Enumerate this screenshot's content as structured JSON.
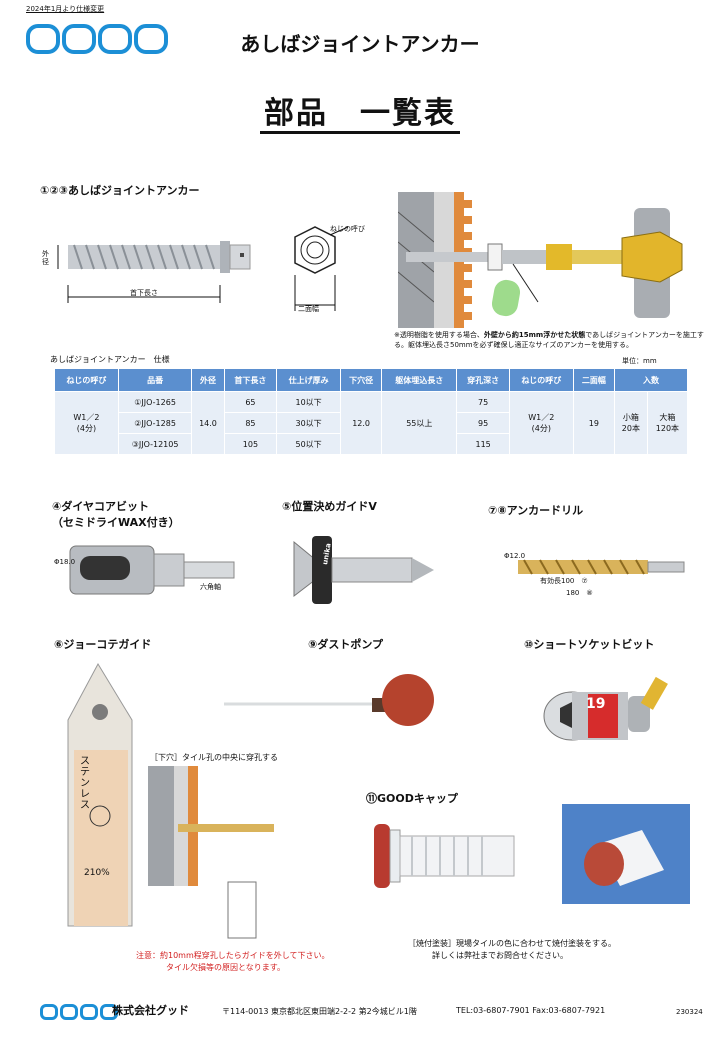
{
  "header": {
    "top_note": "2024年1月より仕様変更",
    "page_title": "あしばジョイントアンカー",
    "main_title": "部品　一覧表"
  },
  "section1": {
    "title": "①②③あしばジョイントアンカー",
    "label_diameter": "外径",
    "label_length": "首下長さ",
    "label_thread": "ねじの呼び",
    "label_width": "二面幅",
    "note_pre": "※透明樹脂を使用する場合、",
    "note_bold": "外壁から約15mm浮かせた状態",
    "note_post": "であしばジョイントアンカーを施工する。躯体埋込長さ50mmを必ず確保し適正なサイズのアンカーを使用する。"
  },
  "spec": {
    "caption": "あしばジョイントアンカー　仕様",
    "unit": "単位：mm",
    "headers": [
      "ねじの呼び",
      "品番",
      "外径",
      "首下長さ",
      "仕上げ厚み",
      "下穴径",
      "躯体埋込長さ",
      "穿孔深さ",
      "ねじの呼び",
      "二面幅",
      "入数"
    ],
    "thread": "W1／2\n(4分)",
    "rows": [
      {
        "part": "①JJO-1265",
        "length": "65",
        "finish": "10以下",
        "depth": "75"
      },
      {
        "part": "②JJO-1285",
        "length": "85",
        "finish": "30以下",
        "depth": "95"
      },
      {
        "part": "③JJO-12105",
        "length": "105",
        "finish": "50以下",
        "depth": "115"
      }
    ],
    "diameter": "14.0",
    "hole": "12.0",
    "embed": "55以上",
    "width": "19",
    "qty_small": "小箱\n20本",
    "qty_large": "大箱\n120本"
  },
  "parts": {
    "p4_title": "④ダイヤコアビット",
    "p4_sub": "（セミドライWAX付き）",
    "p4_dia": "Φ18.0",
    "p4_hex": "六角軸",
    "p5_title": "⑤位置決めガイドV",
    "p5_brand": "unika",
    "p78_title": "⑦⑧アンカードリル",
    "p78_dia": "Φ12.0",
    "p78_len1": "有効長100　⑦",
    "p78_len2": "180　⑧",
    "p6_title": "⑥ジョーコテガイド",
    "p6_brand": "ステンレス",
    "p6_size": "210%",
    "p9_title": "⑨ダストポンプ",
    "p10_title": "⑩ショートソケットビット",
    "p10_mark": "19",
    "p11_title": "⑪GOODキャップ",
    "drill_note": "［下穴］タイル孔の中央に穿孔する",
    "warn1": "注意：約10mm程穿孔したらガイドを外して下さい。",
    "warn2": "タイル欠損等の原因となります。",
    "paint_note1": "［焼付塗装］現場タイルの色に合わせて焼付塗装をする。",
    "paint_note2": "詳しくは弊社までお問合せください。"
  },
  "footer": {
    "company": "株式会社グッド",
    "address": "〒114-0013  東京都北区東田端2-2-2 第2今城ビル1階",
    "tel": "TEL:03-6807-7901  Fax:03-6807-7921",
    "code": "230324"
  },
  "colors": {
    "brand": "#1c8fd6",
    "table_header": "#5b8fcf",
    "table_cell": "#e7eef7",
    "warn": "#d21f1f"
  }
}
